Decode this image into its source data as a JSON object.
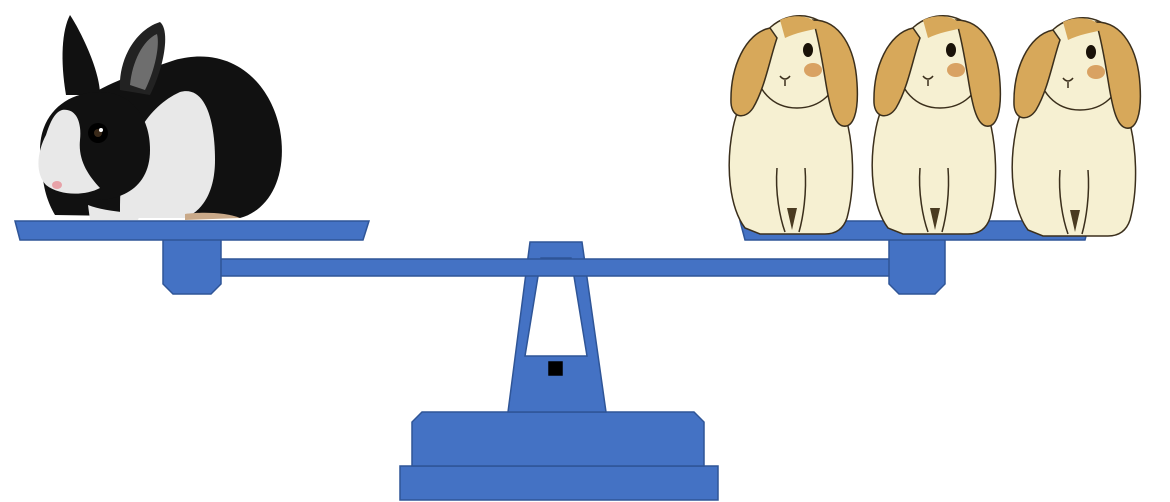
{
  "scene": {
    "left_pan": {
      "animals": [
        {
          "kind": "black-and-white rabbit",
          "count": 1
        }
      ]
    },
    "right_pan": {
      "animals": [
        {
          "kind": "tan lop-eared rabbit",
          "count": 3
        }
      ]
    },
    "balance_state": "level"
  },
  "colors": {
    "scale": "#4472C4",
    "scale_stroke": "#2F5597",
    "black_rabbit": "#111111",
    "white_fur": "#E8E8E8",
    "lop_body": "#F6F0D2",
    "lop_ears": "#D7A85A"
  }
}
